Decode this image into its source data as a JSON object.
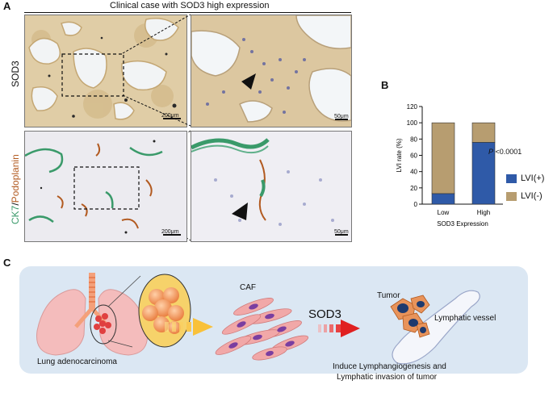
{
  "panel_a": {
    "letter": "A",
    "title": "Clinical case with SOD3 high expression",
    "row_labels": {
      "sod3": "SOD3",
      "ck7": "CK7",
      "slash": "/",
      "podoplanin": "Podoplanin"
    },
    "scalebars": {
      "top_left": "200μm",
      "top_right": "50μm",
      "bottom_left": "200μm",
      "bottom_right": "50μm"
    }
  },
  "panel_b": {
    "letter": "B",
    "pvalue_italic": "P",
    "pvalue_rest": " <0.0001",
    "legend": [
      "LVI(+)",
      "LVI(-)"
    ]
  },
  "chart_data": {
    "type": "bar",
    "stacked": true,
    "categories": [
      "Low",
      "High"
    ],
    "series": [
      {
        "name": "LVI(+)",
        "values": [
          13,
          76
        ],
        "color": "#2f5aa8"
      },
      {
        "name": "LVI(-)",
        "values": [
          87,
          24
        ],
        "color": "#b79d70"
      }
    ],
    "xlabel": "SOD3 Expression",
    "ylabel": "LVI rate (%)",
    "ylim": [
      0,
      120
    ],
    "yticks": [
      0,
      20,
      40,
      60,
      80,
      100,
      120
    ],
    "legend_position": "right",
    "grid": false
  },
  "panel_c": {
    "letter": "C",
    "labels": {
      "lung": "Lung adenocarcinoma",
      "caf": "CAF",
      "sod3": "SOD3",
      "tumor": "Tumor",
      "vessel": "Lymphatic vessel",
      "induce_line1": "Induce Lymphangiogenesis and",
      "induce_line2": "Lymphatic invasion of tumor"
    }
  },
  "colors": {
    "ihc_background": "#e6d6b5",
    "ihc_lumen": "#f3f6f8",
    "ck7_green": "#3a9a6a",
    "podoplanin_brown": "#b25a20",
    "lvi_pos": "#2f5aa8",
    "lvi_neg": "#b79d70",
    "diagram_bg": "#dbe7f3",
    "lung_pink": "#f4bcbc",
    "tumor_orange": "#f28c4a",
    "arrow_red": "#e02020",
    "arrow_yellow": "#f9c13a",
    "caf_pink": "#f1a8a8",
    "caf_nucleus": "#7a3ea0",
    "tumor_nucleus": "#1e3a6e"
  }
}
